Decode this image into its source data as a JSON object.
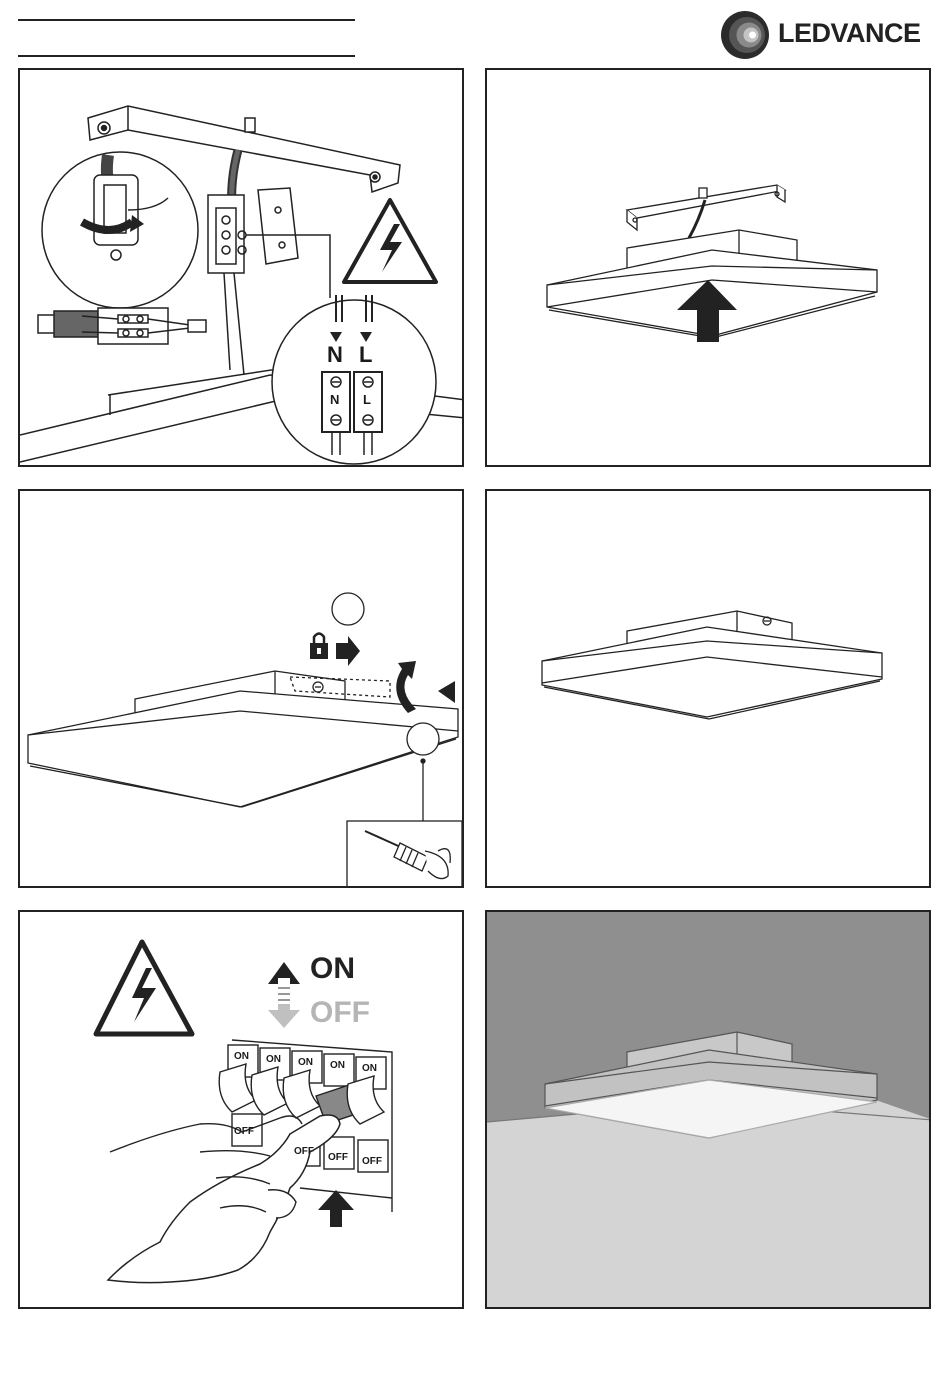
{
  "brand": {
    "name": "LEDVANCE"
  },
  "step1": {
    "neutral_label": "N",
    "live_label": "L",
    "terminal_n": "N",
    "terminal_l": "L"
  },
  "step5": {
    "on_label": "ON",
    "off_label": "OFF",
    "breaker_labels_on": [
      "ON",
      "ON",
      "ON",
      "ON",
      "ON"
    ],
    "breaker_labels_off": [
      "OFF",
      "OFF",
      "OFF",
      "OFF",
      "OFF"
    ]
  },
  "colors": {
    "line": "#222222",
    "grey_wall": "#8f8f8f",
    "grey_floor": "#d4d4d4",
    "off_grey": "#b5b5b5"
  },
  "icons": [
    "warning-high-voltage-icon",
    "rotate-arrow-icon",
    "arrow-right-icon",
    "arrow-up-icon",
    "lock-icon",
    "screwdriver-icon",
    "ledvance-logo-icon"
  ]
}
